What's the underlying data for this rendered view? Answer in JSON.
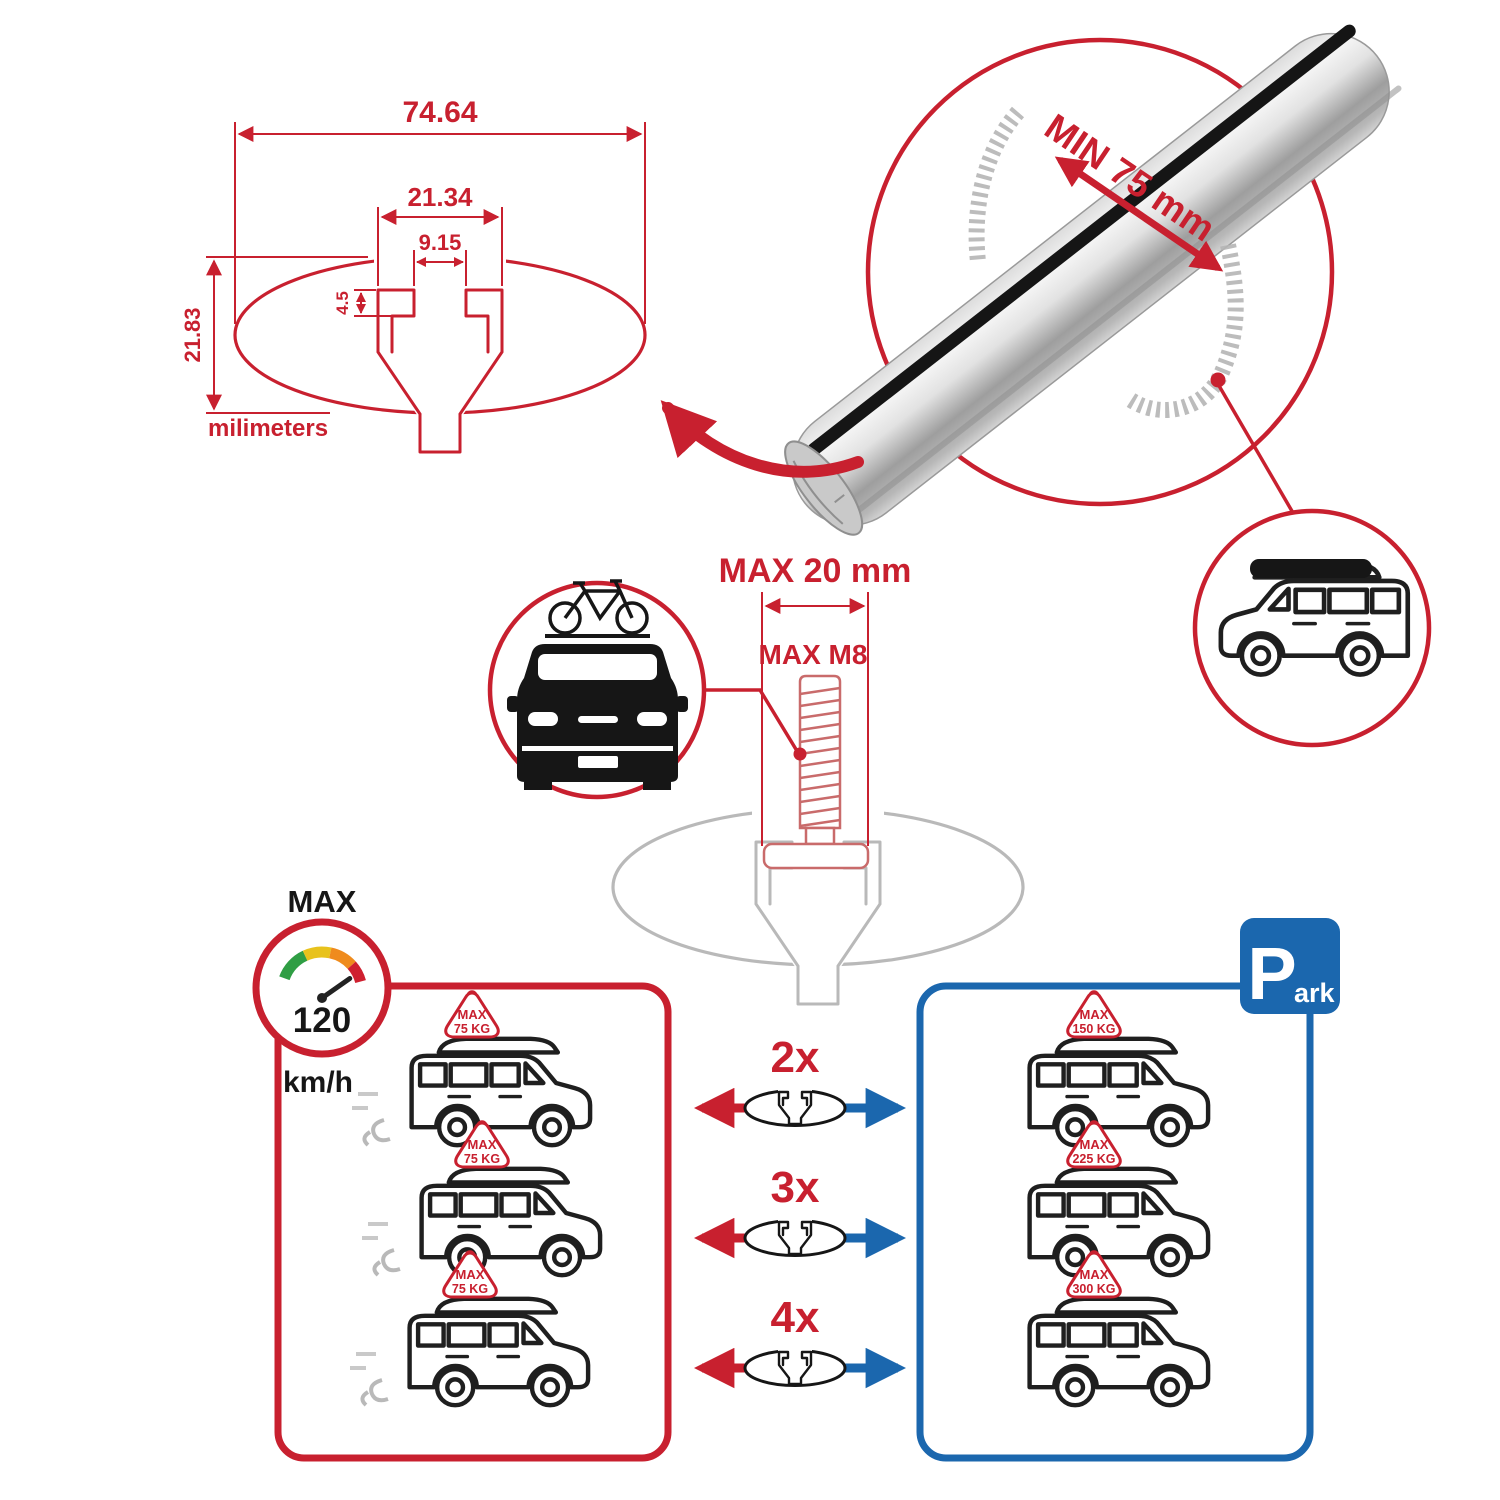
{
  "technical_drawing": {
    "total_width": "74.64",
    "channel_width": "21.34",
    "opening_width": "9.15",
    "lip_depth": "4.5",
    "profile_height": "21.83",
    "unit_label": "milimeters"
  },
  "bar_zoom": {
    "min_span_label": "MIN 75 mm"
  },
  "bolt": {
    "max_width_label": "MAX 20 mm",
    "max_thread_label": "MAX M8"
  },
  "speedometer": {
    "max_label": "MAX",
    "value": "120",
    "unit": "km/h"
  },
  "park_sign": {
    "letter": "P",
    "suffix": "ark"
  },
  "crossbar_counts": [
    {
      "label": "2x"
    },
    {
      "label": "3x"
    },
    {
      "label": "4x"
    }
  ],
  "driving_cars": [
    {
      "sign_label": "MAX",
      "sign_load": "75 KG"
    },
    {
      "sign_label": "MAX",
      "sign_load": "75 KG"
    },
    {
      "sign_label": "MAX",
      "sign_load": "75 KG"
    }
  ],
  "parked_cars": [
    {
      "sign_label": "MAX",
      "sign_load": "150 KG"
    },
    {
      "sign_label": "MAX",
      "sign_load": "225 KG"
    },
    {
      "sign_label": "MAX",
      "sign_load": "300 KG"
    }
  ],
  "colors": {
    "red": "#c8202f",
    "blue": "#1b67ae",
    "dark": "#161616",
    "gray": "#b9b9b9",
    "silver": "#d9d9d9"
  }
}
